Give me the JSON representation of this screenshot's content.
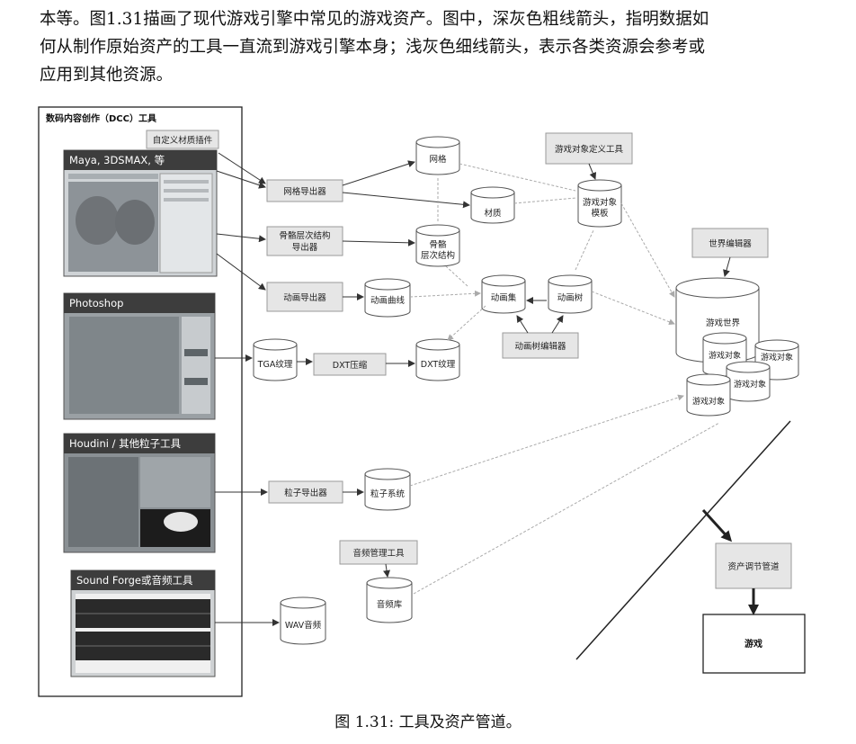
{
  "paragraph": {
    "line1": "本等。图1.31描画了现代游戏引擎中常见的游戏资产。图中，深灰色粗线箭头，指明数据如",
    "line2": "何从制作原始资产的工具一直流到游戏引擎本身；浅灰色细线箭头，表示各类资源会参考或",
    "line3": "应用到其他资源。"
  },
  "caption": "图 1.31: 工具及资产管道。",
  "diagram": {
    "dcc_title": "数码内容创作（DCC）工具",
    "tools": {
      "maya": "Maya, 3DSMAX, 等",
      "photoshop": "Photoshop",
      "houdini": "Houdini / 其他粒子工具",
      "soundforge": "Sound Forge或音频工具"
    },
    "boxes": {
      "material_plugin": "自定义材质插件",
      "mesh_exporter": "网格导出器",
      "skeleton_exporter_1": "骨骼层次结构",
      "skeleton_exporter_2": "导出器",
      "anim_exporter": "动画导出器",
      "dxt_compress": "DXT压缩",
      "particle_exporter": "粒子导出器",
      "audio_mgr": "音频管理工具",
      "obj_def_tool": "游戏对象定义工具",
      "anim_tree_editor": "动画树编辑器",
      "world_editor": "世界编辑器",
      "conditioning": "资产调节管道",
      "game": "游戏"
    },
    "cylinders": {
      "mesh": "网格",
      "material": "材质",
      "skeleton_1": "骨骼",
      "skeleton_2": "层次结构",
      "anim_curve": "动画曲线",
      "anim_set": "动画集",
      "anim_tree": "动画树",
      "obj_tmpl_1": "游戏对象",
      "obj_tmpl_2": "模板",
      "tga": "TGA纹理",
      "dxt": "DXT纹理",
      "particle": "粒子系统",
      "wav": "WAV音频",
      "audio_bank": "音频库",
      "world": "游戏世界",
      "obj_a": "游戏对象",
      "obj_b": "游戏对象",
      "obj_c": "游戏对象",
      "obj_d": "游戏对象"
    }
  }
}
